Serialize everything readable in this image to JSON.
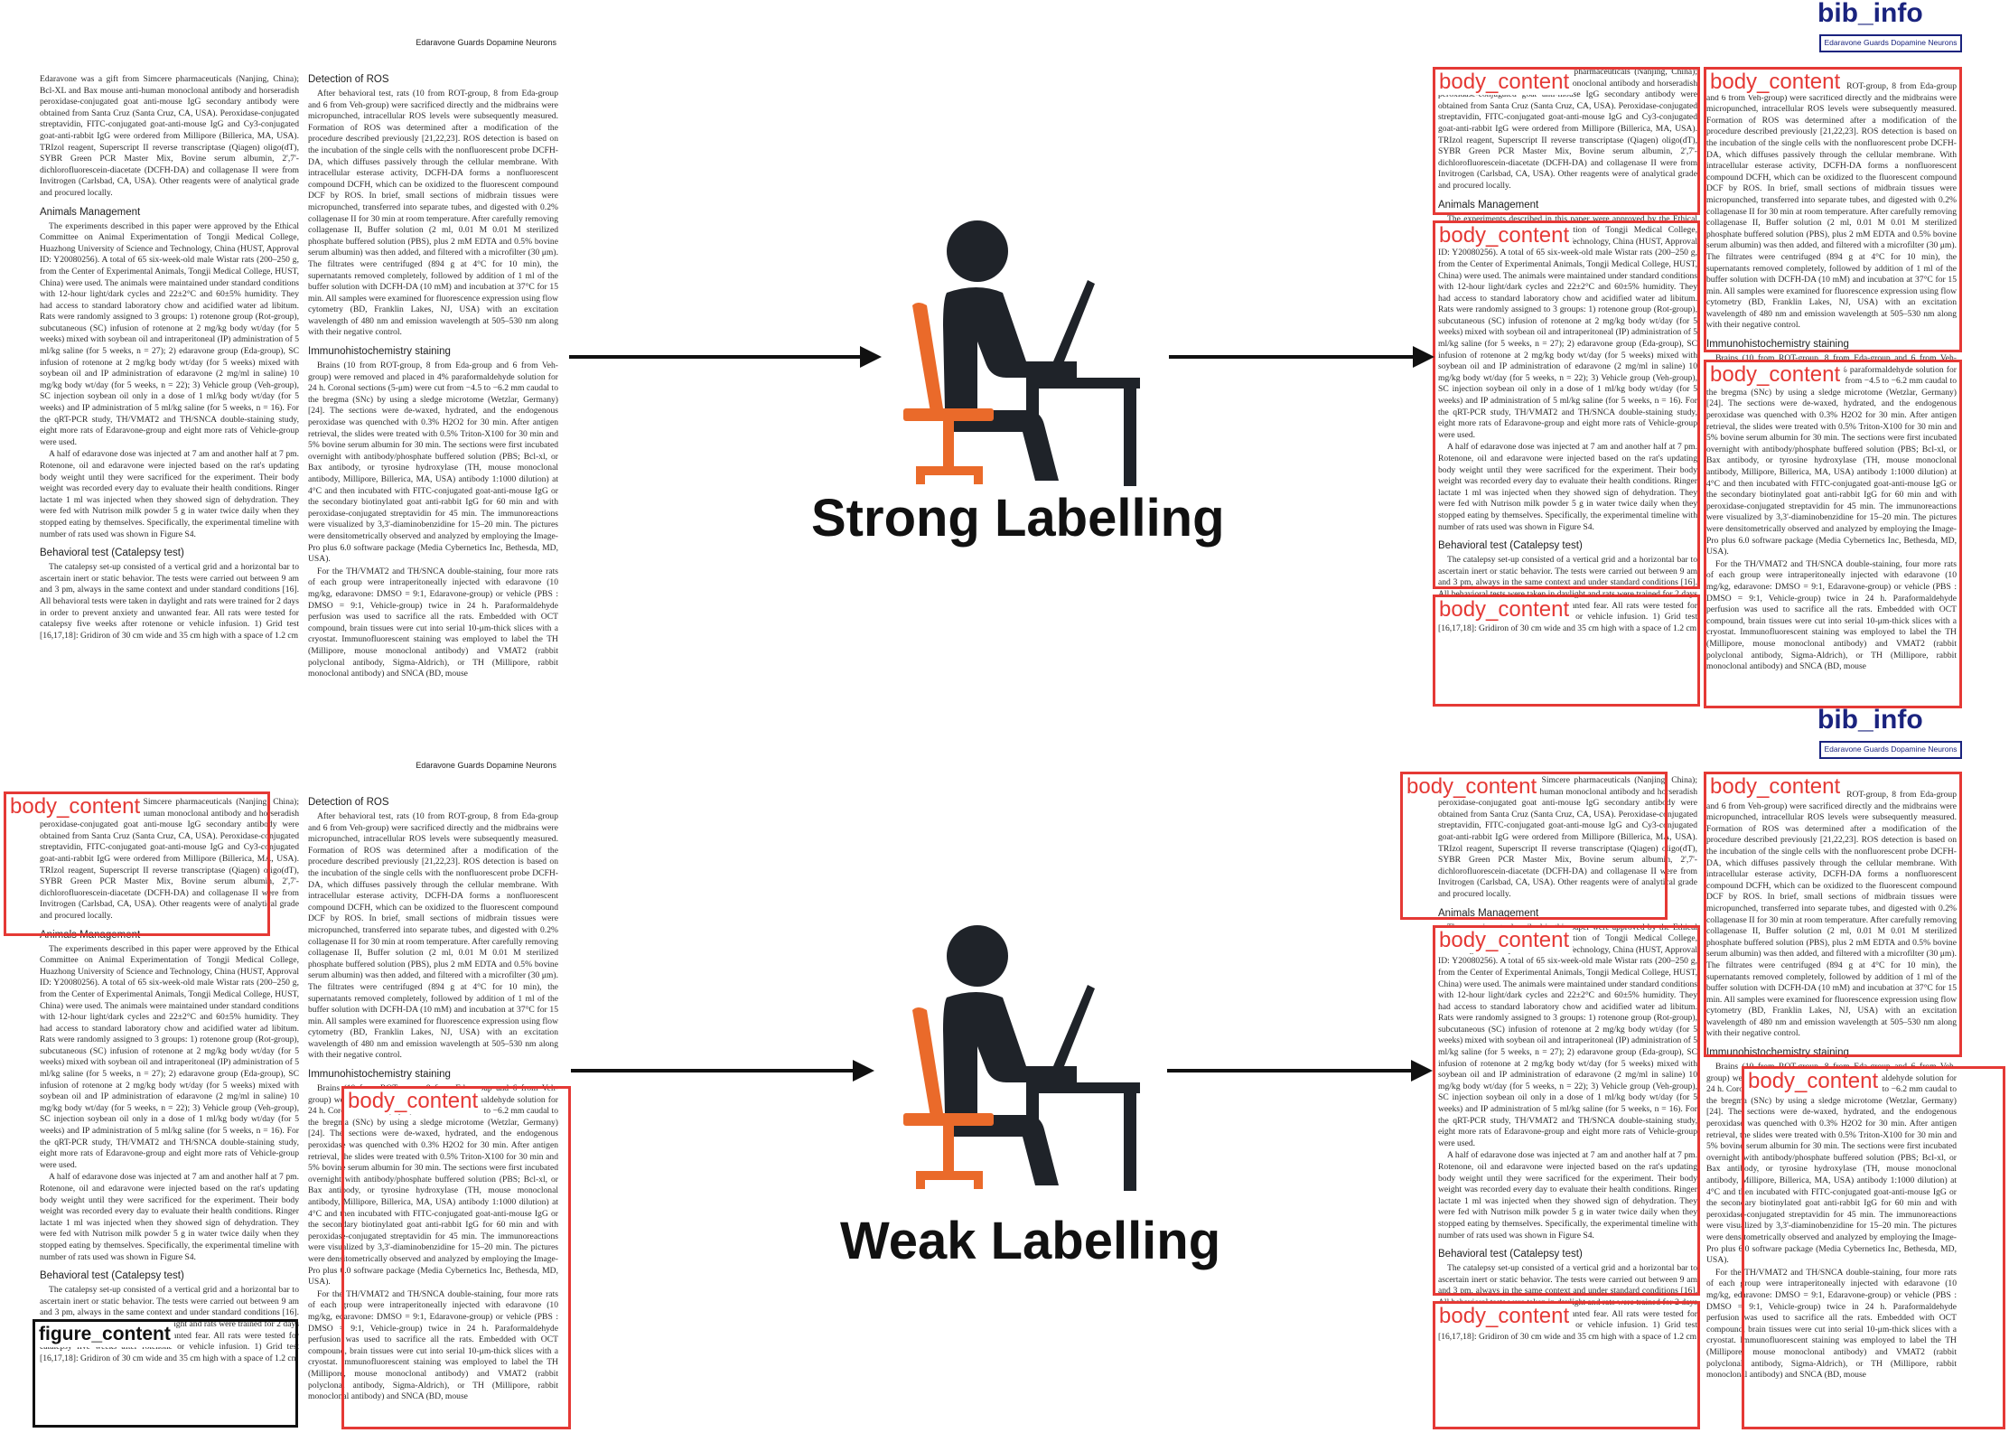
{
  "running_head": "Edaravone Guards Dopamine Neurons",
  "labels": {
    "body": "body_content",
    "figure": "figure_content",
    "bib": "bib_info",
    "strong": "Strong Labelling",
    "weak": "Weak Labelling"
  },
  "article": {
    "left": [
      {
        "type": "p",
        "noindent": true,
        "text": "Edaravone was a gift from Simcere pharmaceuticals (Nanjing, China); Bcl-XL and Bax mouse anti-human monoclonal antibody and horseradish peroxidase-conjugated goat anti-mouse IgG secondary antibody were obtained from Santa Cruz (Santa Cruz, CA, USA). Peroxidase-conjugated streptavidin, FITC-conjugated goat-anti-mouse IgG and Cy3-conjugated goat-anti-rabbit IgG were ordered from Millipore (Billerica, MA, USA). TRIzol reagent, Superscript II reverse transcriptase (Qiagen) oligo(dT), SYBR Green PCR Master Mix, Bovine serum albumin, 2',7'-dichlorofluorescein-diacetate (DCFH-DA) and collagenase II were from Invitrogen (Carlsbad, CA, USA). Other reagents were of analytical grade and procured locally."
      },
      {
        "type": "h",
        "text": "Animals Management"
      },
      {
        "type": "p",
        "text": "The experiments described in this paper were approved by the Ethical Committee on Animal Experimentation of Tongji Medical College, Huazhong University of Science and Technology, China (HUST, Approval ID: Y20080256). A total of 65 six-week-old male Wistar rats (200–250 g, from the Center of Experimental Animals, Tongji Medical College, HUST, China) were used. The animals were maintained under standard conditions with 12-hour light/dark cycles and 22±2°C and 60±5% humidity. They had access to standard laboratory chow and acidified water ad libitum. Rats were randomly assigned to 3 groups: 1) rotenone group (Rot-group), subcutaneous (SC) infusion of rotenone at 2 mg/kg body wt/day (for 5 weeks) mixed with soybean oil and intraperitoneal (IP) administration of 5 ml/kg saline (for 5 weeks, n = 27); 2) edaravone group (Eda-group), SC infusion of rotenone at 2 mg/kg body wt/day (for 5 weeks) mixed with soybean oil and IP administration of edaravone (2 mg/ml in saline) 10 mg/kg body wt/day (for 5 weeks, n = 22); 3) Vehicle group (Veh-group), SC injection soybean oil only in a dose of 1 ml/kg body wt/day (for 5 weeks) and IP administration of 5 ml/kg saline (for 5 weeks, n = 16). For the qRT-PCR study, TH/VMAT2 and TH/SNCA double-staining study, eight more rats of Edaravone-group and eight more rats of Vehicle-group were used."
      },
      {
        "type": "p",
        "text": "A half of edaravone dose was injected at 7 am and another half at 7 pm. Rotenone, oil and edaravone were injected based on the rat's updating body weight until they were sacrificed for the experiment. Their body weight was recorded every day to evaluate their health conditions. Ringer lactate 1 ml was injected when they showed sign of dehydration. They were fed with Nutrison milk powder 5 g in water twice daily when they stopped eating by themselves. Specifically, the experimental timeline with number of rats used was shown in Figure S4."
      },
      {
        "type": "h",
        "text": "Behavioral test (Catalepsy test)"
      },
      {
        "type": "p",
        "text": "The catalepsy set-up consisted of a vertical grid and a horizontal bar to ascertain inert or static behavior. The tests were carried out between 9 am and 3 pm, always in the same context and under standard conditions [16]. All behavioral tests were taken in daylight and rats were trained for 2 days in order to prevent anxiety and unwanted fear. All rats were tested for catalepsy five weeks after rotenone or vehicle infusion. 1) Grid test [16,17,18]: Gridiron of 30 cm wide and 35 cm high with a space of 1.2 cm"
      }
    ],
    "right": [
      {
        "type": "h",
        "text": "Detection of ROS",
        "top": true
      },
      {
        "type": "p",
        "text": "After behavioral test, rats (10 from ROT-group, 8 from Eda-group and 6 from Veh-group) were sacrificed directly and the midbrains were micropunched, intracellular ROS levels were subsequently measured. Formation of ROS was determined after a modification of the procedure described previously [21,22,23]. ROS detection is based on the incubation of the single cells with the nonfluorescent probe DCFH-DA, which diffuses passively through the cellular membrane. With intracellular esterase activity, DCFH-DA forms a nonfluorescent compound DCFH, which can be oxidized to the fluorescent compound DCF by ROS. In brief, small sections of midbrain tissues were micropunched, transferred into separate tubes, and digested with 0.2% collagenase II for 30 min at room temperature. After carefully removing collagenase II, Buffer solution (2 ml, 0.01 M 0.01 M sterilized phosphate buffered solution (PBS), plus 2 mM EDTA and 0.5% bovine serum albumin) was then added, and filtered with a microfilter (30 μm). The filtrates were centrifuged (894 g at 4°C for 10 min), the supernatants removed completely, followed by addition of 1 ml of the buffer solution with DCFH-DA (10 mM) and incubation at 37°C for 15 min. All samples were examined for fluorescence expression using flow cytometry (BD, Franklin Lakes, NJ, USA) with an excitation wavelength of 480 nm and emission wavelength at 505–530 nm along with their negative control."
      },
      {
        "type": "h",
        "text": "Immunohistochemistry staining"
      },
      {
        "type": "p",
        "text": "Brains (10 from ROT-group, 8 from Eda-group and 6 from Veh-group) were removed and placed in 4% paraformaldehyde solution for 24 h. Coronal sections (5-μm) were cut from −4.5 to −6.2 mm caudal to the bregma (SNc) by using a sledge microtome (Wetzlar, Germany) [24]. The sections were de-waxed, hydrated, and the endogenous peroxidase was quenched with 0.3% H2O2 for 30 min. After antigen retrieval, the slides were treated with 0.5% Triton-X100 for 30 min and 5% bovine serum albumin for 30 min. The sections were first incubated overnight with antibody/phosphate buffered solution (PBS; Bcl-xl, or Bax antibody, or tyrosine hydroxylase (TH, mouse monoclonal antibody, Millipore, Billerica, MA, USA) antibody 1:1000 dilution) at 4°C and then incubated with FITC-conjugated goat-anti-mouse IgG or the secondary biotinylated goat anti-rabbit IgG for 60 min and with peroxidase-conjugated streptavidin for 45 min. The immunoreactions were visualized by 3,3'-diaminobenzidine for 15–20 min. The pictures were densitometrically observed and analyzed by employing the Image-Pro plus 6.0 software package (Media Cybernetics Inc, Bethesda, MD, USA)."
      },
      {
        "type": "p",
        "text": "For the TH/VMAT2 and TH/SNCA double-staining, four more rats of each group were intraperitoneally injected with edaravone (10 mg/kg, edaravone: DMSO = 9:1, Edaravone-group) or vehicle (PBS : DMSO = 9:1, Vehicle-group) twice in 24 h. Paraformaldehyde perfusion was used to sacrifice all the rats. Embedded with OCT compound, brain tissues were cut into serial 10-μm-thick slices with a cryostat. Immunofluorescent staining was employed to label the TH (Millipore, mouse monoclonal antibody) and VMAT2 (rabbit polyclonal antibody, Sigma-Aldrich), or TH (Millipore, rabbit monoclonal antibody) and SNCA (BD, mouse"
      }
    ]
  }
}
